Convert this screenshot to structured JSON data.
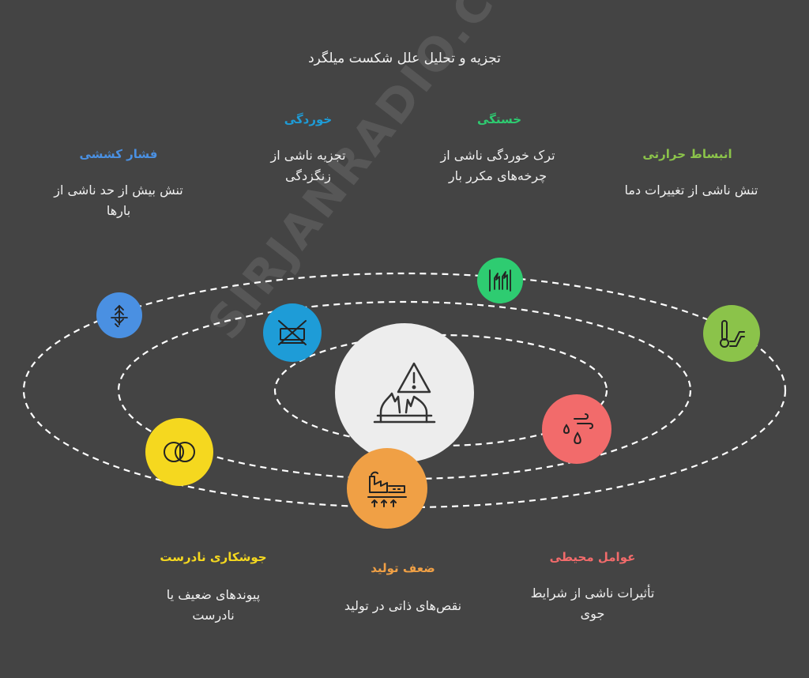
{
  "title": "تجزیه و تحلیل علل شکست میلگرد",
  "watermark": "SIRJANRADIO.COM",
  "colors": {
    "background": "#444444",
    "center": "#ededed",
    "tensile": "#4a90e2",
    "corrosion": "#1e9cd7",
    "fatigue": "#2ecc71",
    "thermal": "#8bc34a",
    "environmental": "#f26b6b",
    "manufacturing": "#f0a045",
    "welding": "#f5d81f"
  },
  "factors": {
    "tensile": {
      "heading": "فشار کششی",
      "desc1": "تنش بیش از حد ناشی از",
      "desc2": "بارها",
      "icon": "tension-arrows-icon"
    },
    "corrosion": {
      "heading": "خوردگی",
      "desc1": "تجزیه ناشی از",
      "desc2": "زنگزدگی",
      "icon": "corroded-pipe-icon"
    },
    "fatigue": {
      "heading": "خستگی",
      "desc1": "ترک خوردگی ناشی از",
      "desc2": "چرخه‌های مکرر بار",
      "icon": "cracked-bars-icon"
    },
    "thermal": {
      "heading": "انبساط حرارتی",
      "desc1": "تنش ناشی از تغییرات دما",
      "desc2": "",
      "icon": "thermometer-icon"
    },
    "environmental": {
      "heading": "عوامل محیطی",
      "desc1": "تأثیرات ناشی از شرایط",
      "desc2": "جوی",
      "icon": "wind-rain-icon"
    },
    "manufacturing": {
      "heading": "ضعف تولید",
      "desc1": "نقص‌های ذاتی در تولید",
      "desc2": "",
      "icon": "factory-icon"
    },
    "welding": {
      "heading": "جوشکاری نادرست",
      "desc1": "پیوندهای ضعیف یا",
      "desc2": "نادرست",
      "icon": "overlapping-rings-icon"
    }
  },
  "center": {
    "icon": "broken-rebar-warning-icon"
  }
}
